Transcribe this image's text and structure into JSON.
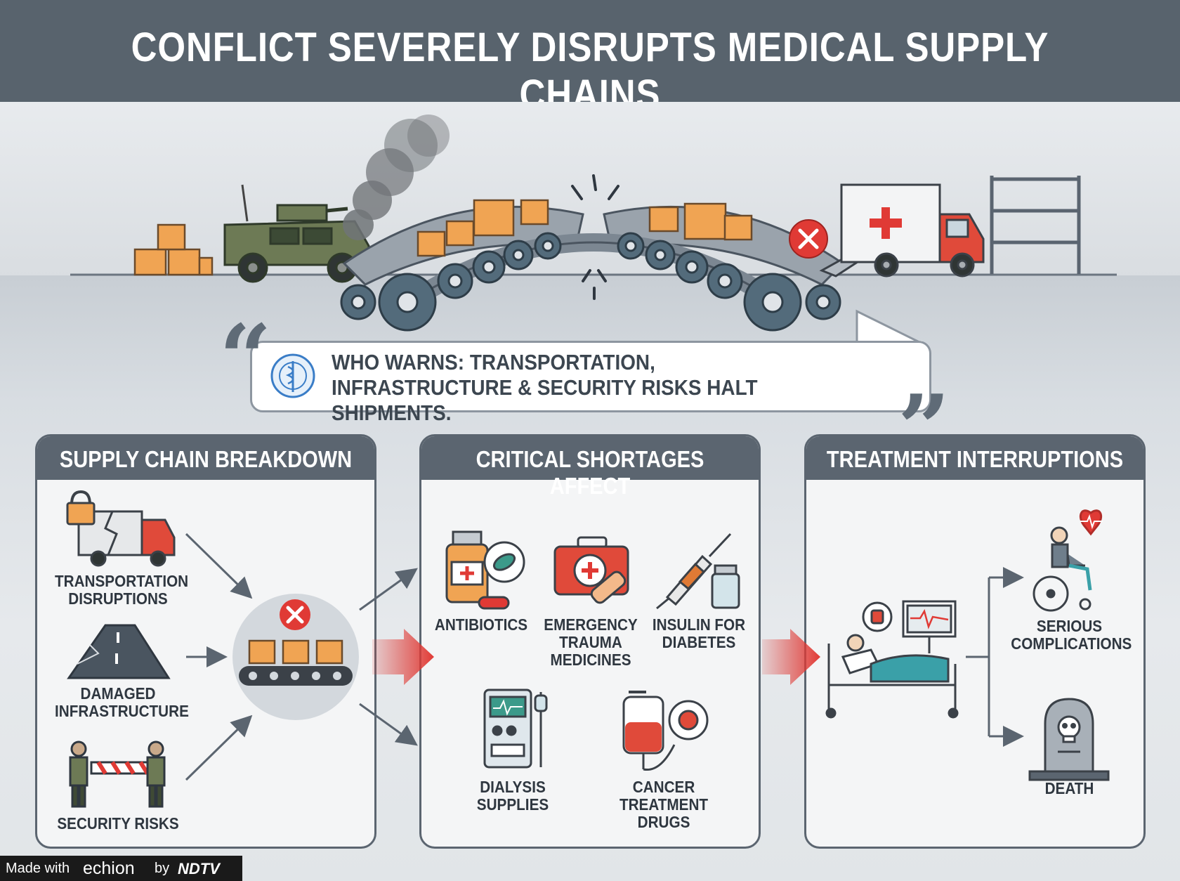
{
  "title": "CONFLICT SEVERELY DISRUPTS MEDICAL SUPPLY CHAINS",
  "quote": {
    "text": "WHO WARNS: TRANSPORTATION, INFRASTRUCTURE & SECURITY RISKS HALT SHIPMENTS.",
    "open_mark": "“",
    "close_mark": "”"
  },
  "panels": [
    {
      "title": "SUPPLY CHAIN BREAKDOWN",
      "items": [
        {
          "label_lines": [
            "TRANSPORTATION",
            "DISRUPTIONS"
          ],
          "icon": "locked-broken-truck-icon"
        },
        {
          "label_lines": [
            "DAMAGED",
            "INFRASTRUCTURE"
          ],
          "icon": "cracked-road-icon"
        },
        {
          "label_lines": [
            "SECURITY RISKS"
          ],
          "icon": "armed-soldiers-barrier-icon"
        }
      ],
      "center_icon": "blocked-conveyor-icon"
    },
    {
      "title": "CRITICAL SHORTAGES AFFECT",
      "items": [
        {
          "label_lines": [
            "ANTIBIOTICS"
          ],
          "icon": "antibiotic-bottle-icon"
        },
        {
          "label_lines": [
            "EMERGENCY",
            "TRAUMA",
            "MEDICINES"
          ],
          "icon": "first-aid-kit-icon"
        },
        {
          "label_lines": [
            "INSULIN FOR",
            "DIABETES"
          ],
          "icon": "syringe-vial-icon"
        },
        {
          "label_lines": [
            "DIALYSIS",
            "SUPPLIES"
          ],
          "icon": "dialysis-machine-icon"
        },
        {
          "label_lines": [
            "CANCER",
            "TREATMENT",
            "DRUGS"
          ],
          "icon": "iv-bag-cancer-icon"
        }
      ]
    },
    {
      "title": "TREATMENT INTERRUPTIONS",
      "items": [
        {
          "label_lines": [
            "SERIOUS",
            "COMPLICATIONS"
          ],
          "icon": "wheelchair-heart-icon"
        },
        {
          "label_lines": [
            "DEATH"
          ],
          "icon": "tombstone-skull-icon"
        }
      ],
      "center_icon": "hospital-bed-monitor-icon"
    }
  ],
  "credit": {
    "made_with": "Made with",
    "brand": "echion",
    "by": "by",
    "publisher": "NDTV"
  },
  "colors": {
    "header": "#58636d",
    "accent_red": "#e03a35",
    "box_orange": "#f0a453",
    "gear_blue": "#4f6b7d",
    "panel_border": "#5b6570"
  }
}
